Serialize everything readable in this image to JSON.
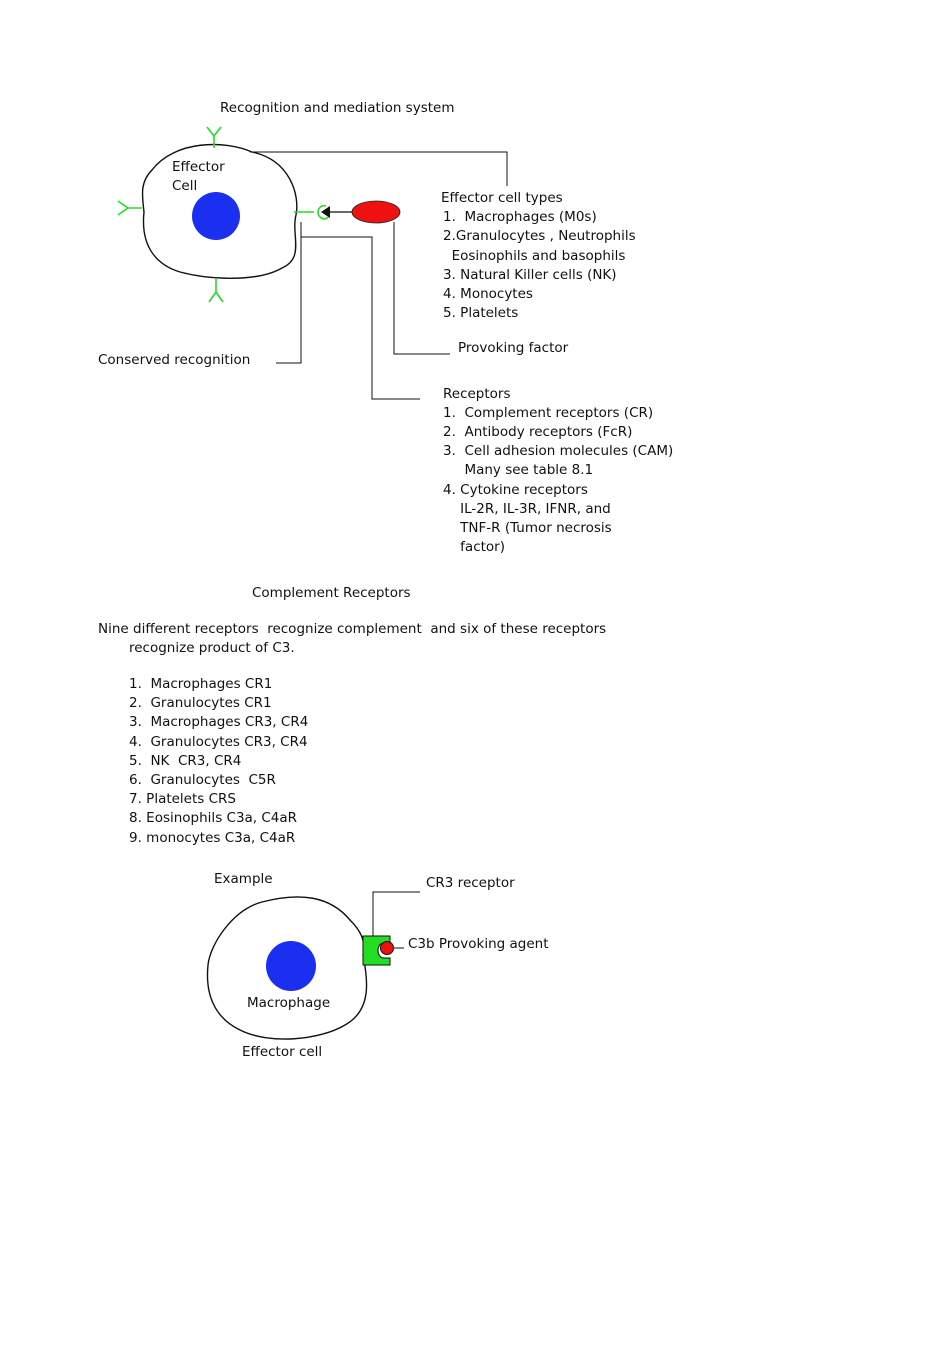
{
  "top": {
    "title": "Recognition and mediation system",
    "cell_label_1": "Effector",
    "cell_label_2": "Cell",
    "effector_heading": "Effector cell types",
    "effector_items": [
      "1.  Macrophages (M0s)",
      "2.Granulocytes , Neutrophils",
      "  Eosinophils and basophils",
      "3. Natural Killer cells (NK)",
      "4. Monocytes",
      "5. Platelets"
    ],
    "provoking_label": "Provoking factor",
    "conserved_label": "Conserved recognition",
    "receptors_heading": "Receptors",
    "receptor_items": [
      "1.  Complement receptors (CR)",
      "2.  Antibody receptors (FcR)",
      "3.  Cell adhesion molecules (CAM)",
      "     Many see table 8.1",
      "4. Cytokine receptors",
      "    IL-2R, IL-3R, IFNR, and",
      "    TNF-R (Tumor necrosis",
      "    factor)"
    ]
  },
  "complement": {
    "heading": "Complement Receptors",
    "intro_line1": "Nine different receptors  recognize complement  and six of these receptors",
    "intro_line2": "recognize product of C3.",
    "items": [
      "1.  Macrophages CR1",
      "2.  Granulocytes CR1",
      "3.  Macrophages CR3, CR4",
      "4.  Granulocytes CR3, CR4",
      "5.  NK  CR3, CR4",
      "6.  Granulocytes  C5R",
      "7. Platelets CRS",
      "8. Eosinophils C3a, C4aR",
      "9. monocytes C3a, C4aR"
    ]
  },
  "example": {
    "label": "Example",
    "receptor_label": "CR3 receptor",
    "agent_label": "C3b Provoking agent",
    "cell_label": "Macrophage",
    "caption": "Effector cell"
  },
  "colors": {
    "nucleus": "#1a2ff0",
    "receptor": "#22dd22",
    "provoking": "#ee1111",
    "line": "#111111"
  }
}
